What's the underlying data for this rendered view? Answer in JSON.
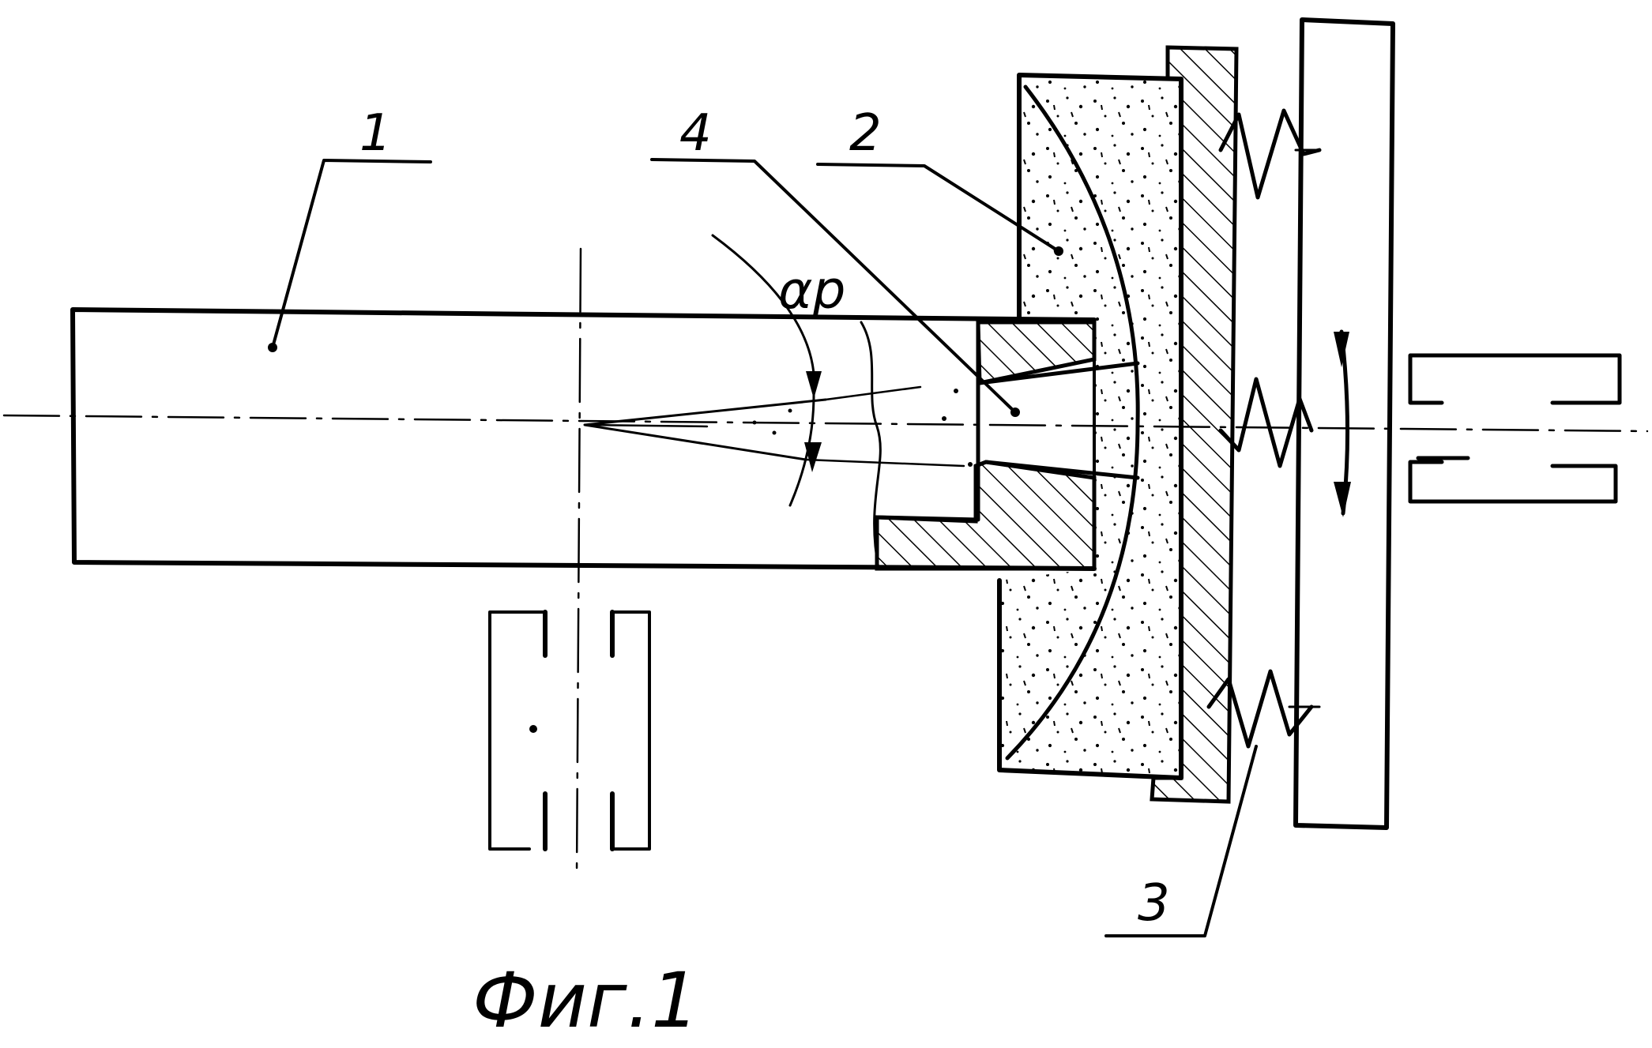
{
  "figure": {
    "caption": "Фиг.1",
    "angle_label": "αp",
    "callouts": [
      {
        "id": "1",
        "text": "1"
      },
      {
        "id": "2",
        "text": "2"
      },
      {
        "id": "3",
        "text": "3"
      },
      {
        "id": "4",
        "text": "4"
      }
    ]
  },
  "colors": {
    "ink": "#000000",
    "paper": "#ffffff"
  }
}
